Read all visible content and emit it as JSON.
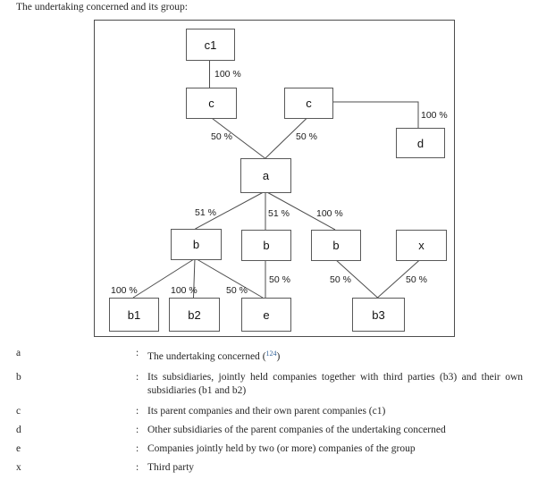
{
  "title": "The undertaking concerned and its group:",
  "colors": {
    "link_blue": "#35659C",
    "line_gray": "#4D4D4D",
    "text_black": "#1A1A1A"
  },
  "diagram": {
    "nodes": {
      "c1": "c1",
      "c_left": "c",
      "c_right": "c",
      "d": "d",
      "a": "a",
      "b_left": "b",
      "b_mid": "b",
      "b_right": "b",
      "x": "x",
      "b1": "b1",
      "b2": "b2",
      "e": "e",
      "b3": "b3"
    },
    "edge_labels": {
      "c1_to_c": "100 %",
      "c_right_to_d": "100 %",
      "c_left_to_a": "50 %",
      "c_right_to_a": "50 %",
      "a_to_b_left": "51 %",
      "a_to_b_mid": "51 %",
      "a_to_b_right": "100 %",
      "b_left_to_b1": "100 %",
      "b_left_to_b2": "100 %",
      "b_left_to_e": "50 %",
      "b_mid_to_e": "50 %",
      "b_right_to_b3": "50 %",
      "x_to_b3": "50 %"
    }
  },
  "legend": {
    "colon": ":",
    "rows": [
      {
        "key": "a",
        "text": "The undertaking concerned",
        "footnote_open": " (",
        "footnote_ref": "124",
        "footnote_close": ")"
      },
      {
        "key": "b",
        "text": "Its subsidiaries, jointly held companies together with third parties (b3) and their own subsidiaries (b1 and b2)"
      },
      {
        "key": "c",
        "text": "Its parent companies and their own parent companies (c1)"
      },
      {
        "key": "d",
        "text": "Other subsidiaries of the parent companies of the undertaking concerned"
      },
      {
        "key": "e",
        "text": "Companies jointly held by two (or more) companies of the group"
      },
      {
        "key": "x",
        "text": "Third party"
      }
    ]
  }
}
